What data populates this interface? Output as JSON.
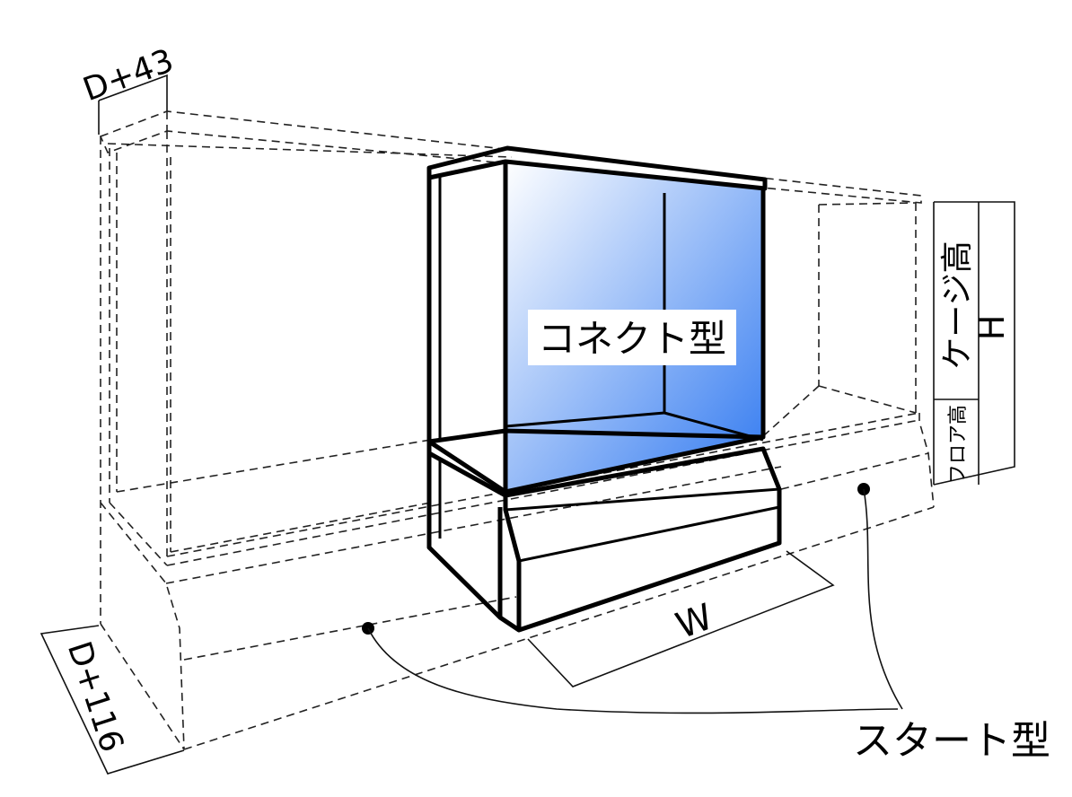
{
  "diagram": {
    "labels": {
      "dim_top_depth": "D+43",
      "dim_bottom_depth": "D+116",
      "dim_width": "W",
      "dim_height": "H",
      "cage_height": "ケージ高",
      "floor_height": "フロア高",
      "connect_type": "コネクト型",
      "start_type": "スタート型"
    },
    "colors": {
      "glass_light": "#ffffff",
      "glass_dark": "#2f78f0"
    }
  }
}
